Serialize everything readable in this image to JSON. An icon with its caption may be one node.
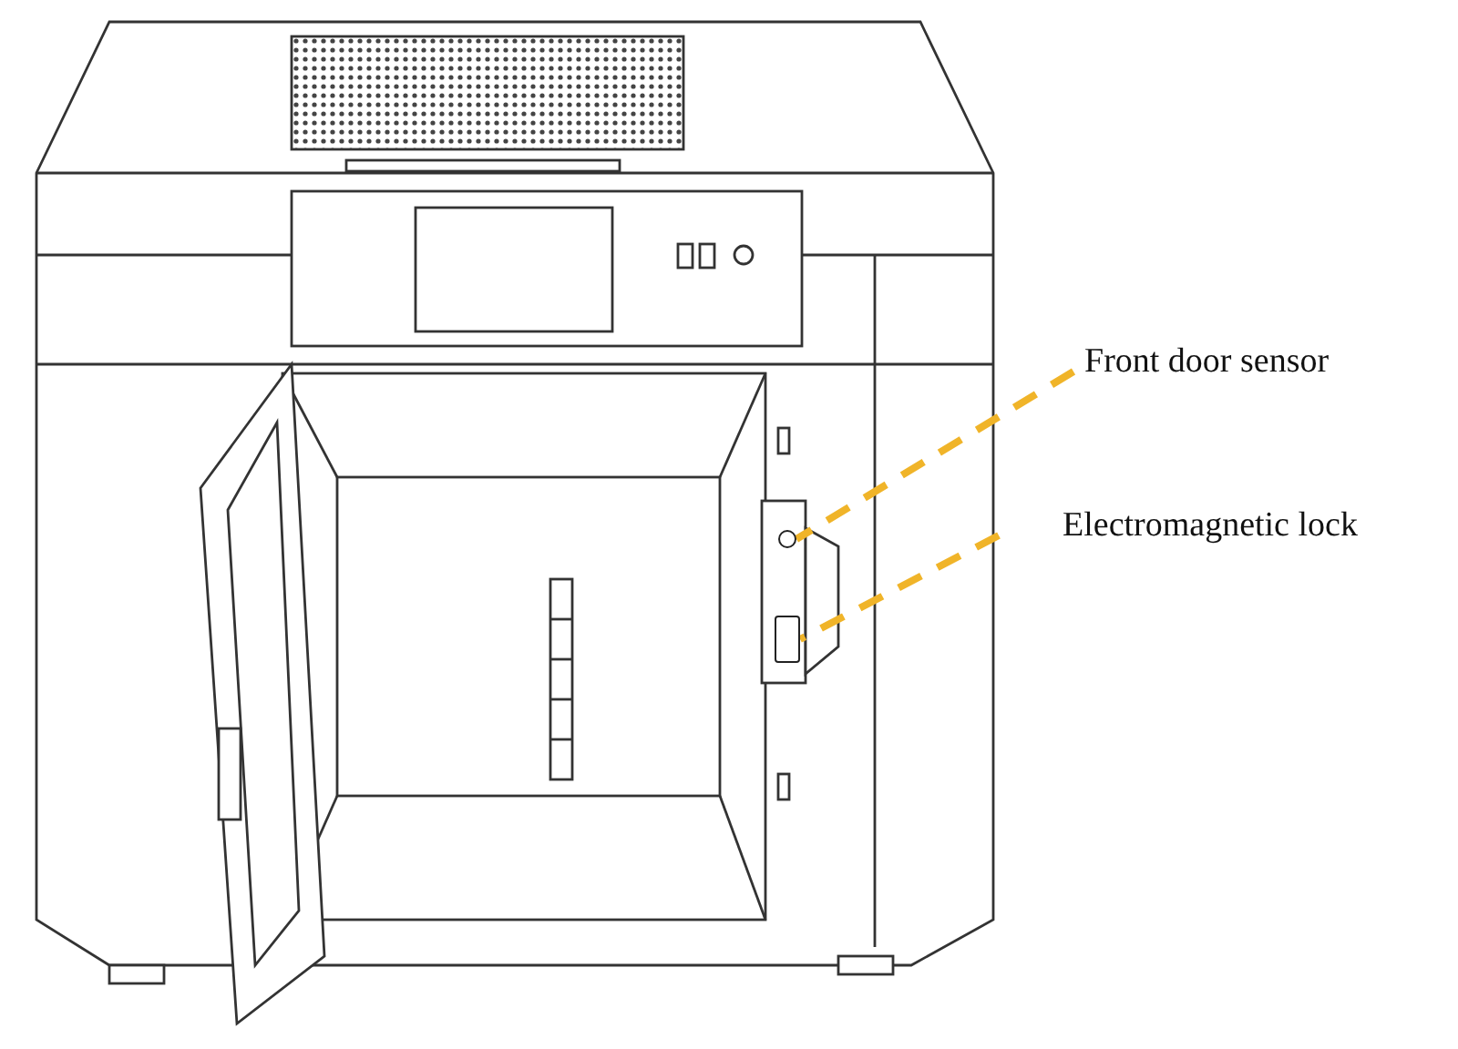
{
  "diagram": {
    "nodes": [
      {
        "text": [
          "Front door sensor"
        ]
      },
      {
        "text": [
          "Electromagnetic lock"
        ]
      },
      {
        "text": [],
        "shape": "circle"
      },
      {
        "text": [],
        "shape": "box"
      }
    ],
    "edges": [
      {
        "from": 0,
        "to": 2,
        "arrow": "none",
        "style": "dashed",
        "color": "#f0b429"
      },
      {
        "from": 1,
        "to": 3,
        "arrow": "none",
        "style": "dashed",
        "color": "#f0b429"
      }
    ]
  }
}
